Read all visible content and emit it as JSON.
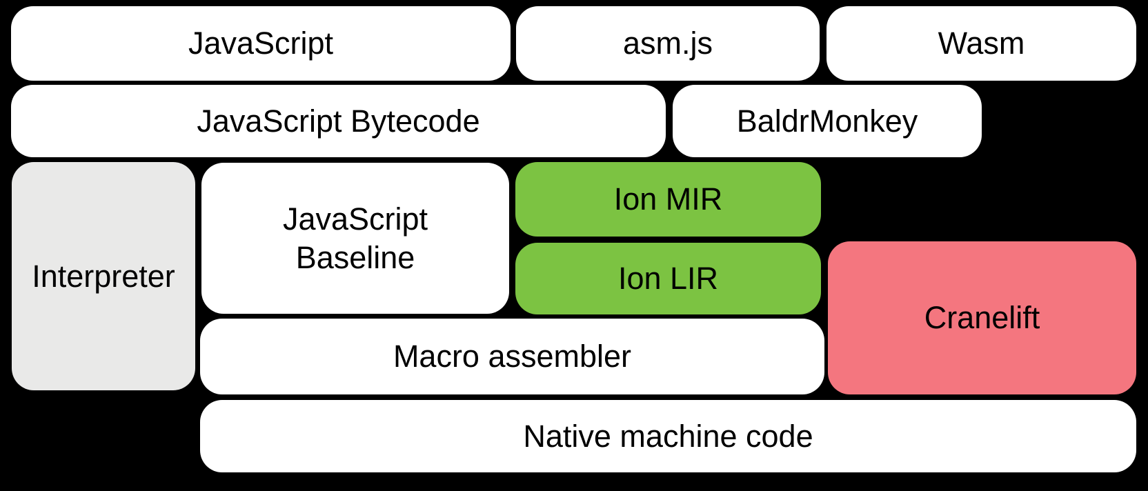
{
  "colors": {
    "background": "#000000",
    "box_white": "#ffffff",
    "box_gray": "#e9e9e8",
    "box_green": "#7cc342",
    "box_pink": "#f4767f",
    "text": "#000000"
  },
  "boxes": {
    "javascript": {
      "label": "JavaScript"
    },
    "asmjs": {
      "label": "asm.js"
    },
    "wasm": {
      "label": "Wasm"
    },
    "js_bytecode": {
      "label": "JavaScript Bytecode"
    },
    "baldrmonkey": {
      "label": "BaldrMonkey"
    },
    "interpreter": {
      "label": "Interpreter"
    },
    "js_baseline": {
      "label": "JavaScript\nBaseline"
    },
    "ion_mir": {
      "label": "Ion MIR"
    },
    "ion_lir": {
      "label": "Ion LIR"
    },
    "cranelift": {
      "label": "Cranelift"
    },
    "macro_assembler": {
      "label": "Macro assembler"
    },
    "native_machine_code": {
      "label": "Native machine code"
    }
  }
}
